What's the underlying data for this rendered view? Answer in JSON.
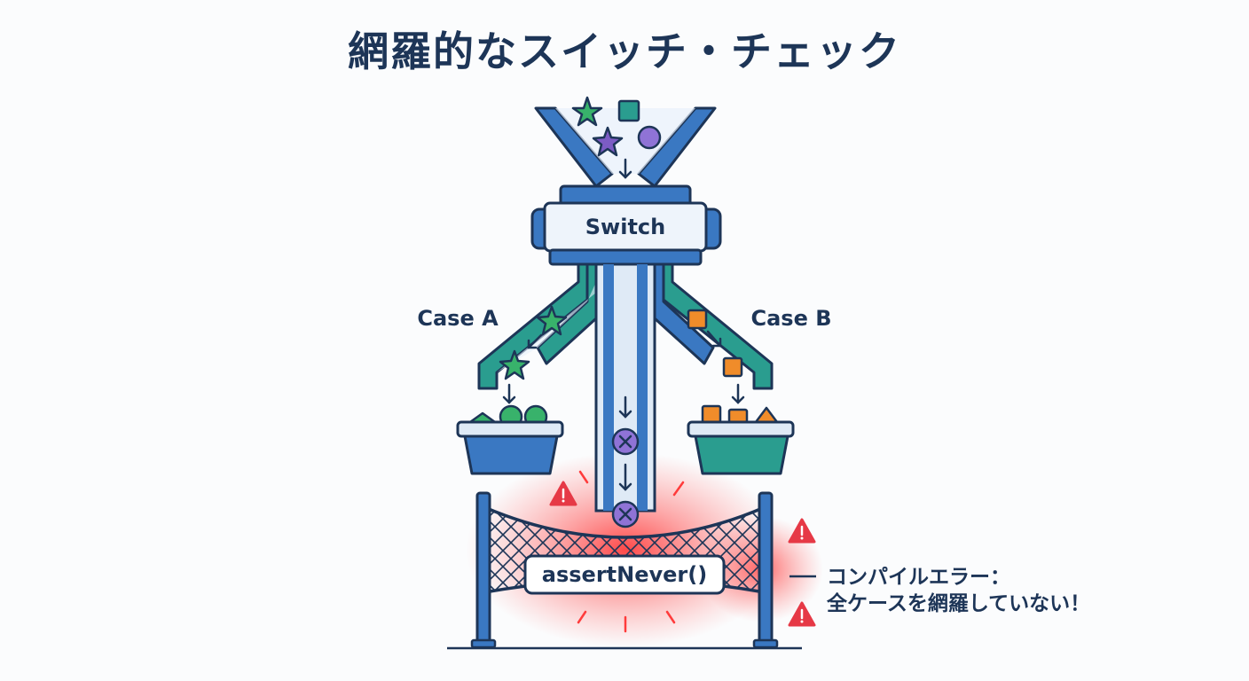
{
  "title": "網羅的なスイッチ・チェック",
  "switch_label": "Switch",
  "case_a_label": "Case A",
  "case_b_label": "Case B",
  "assert_label": "assertNever()",
  "error": {
    "line1": "コンパイルエラー：",
    "line2": "全ケースを網羅していない！"
  },
  "colors": {
    "title": "#1d3557",
    "blue": "#3a78c2",
    "blue_light": "#e8f1fb",
    "teal": "#2a9d8f",
    "green": "#38b26b",
    "purple": "#7c5cc4",
    "orange": "#f08c2a",
    "red_glow": "#ff3b3b",
    "warning": "#e63946"
  }
}
